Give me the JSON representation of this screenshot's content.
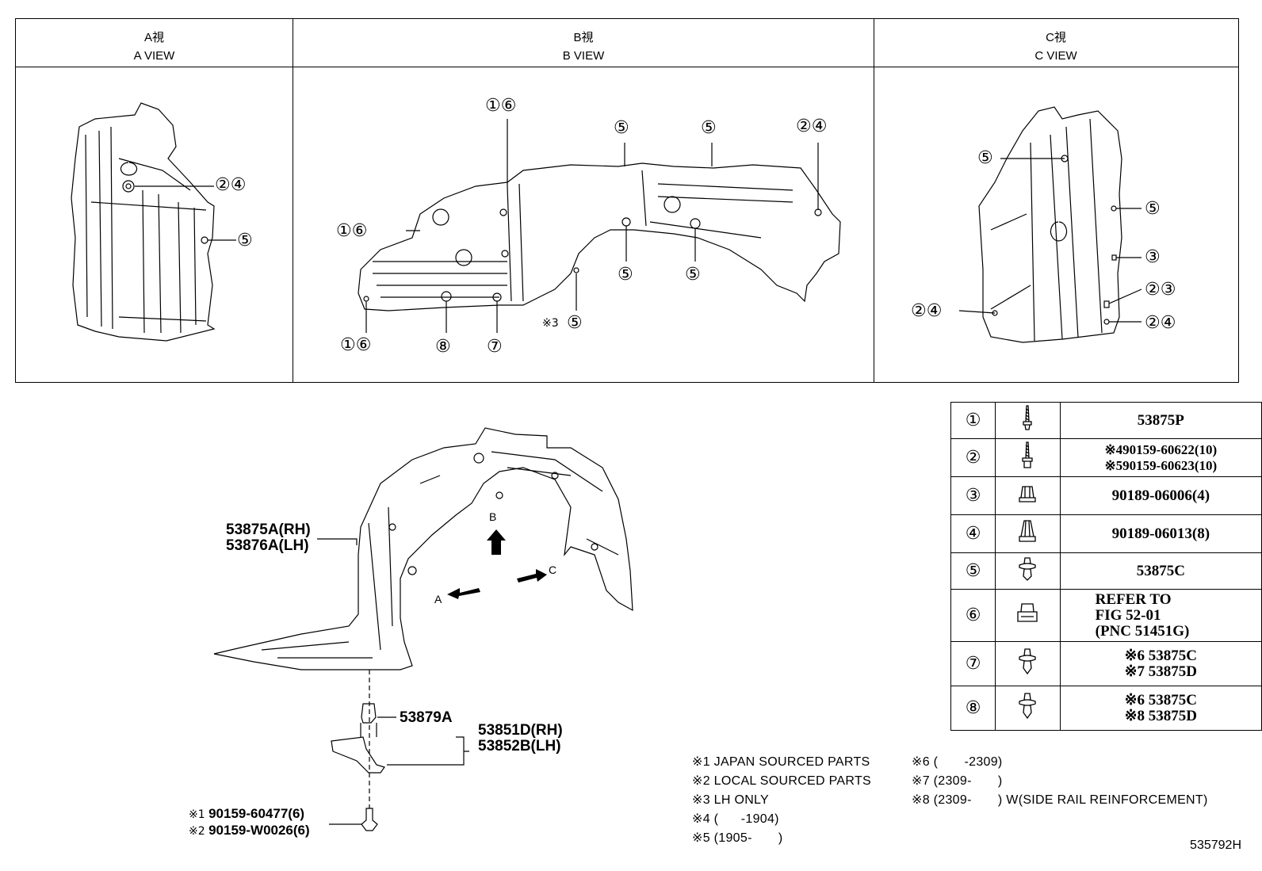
{
  "views": [
    {
      "jp": "A視",
      "en": "A VIEW"
    },
    {
      "jp": "B視",
      "en": "B VIEW"
    },
    {
      "jp": "C視",
      "en": "C VIEW"
    }
  ],
  "callouts": {
    "a_view": [
      "②④",
      "⑤"
    ],
    "b_view": [
      "①⑥",
      "⑤",
      "⑤",
      "②④",
      "①⑥",
      "⑤",
      "⑤",
      "①⑥",
      "⑧",
      "⑦",
      "⑤"
    ],
    "b_view_mark": "※3",
    "c_view": [
      "⑤",
      "⑤",
      "③",
      "②③",
      "②④",
      "②④"
    ]
  },
  "main": {
    "liner_rh": "53875A(RH)",
    "liner_lh": "53876A(LH)",
    "clip": "53879A",
    "bracket_rh": "53851D(RH)",
    "bracket_lh": "53852B(LH)",
    "bolt1_mark": "※1",
    "bolt1": "90159-60477(6)",
    "bolt2_mark": "※2",
    "bolt2": "90159-W0026(6)",
    "arrow_a": "A",
    "arrow_b": "B",
    "arrow_c": "C"
  },
  "legend": [
    {
      "num": "①",
      "lines": [
        "53875P"
      ]
    },
    {
      "num": "②",
      "lines": [
        "※490159-60622(10)",
        "※590159-60623(10)"
      ]
    },
    {
      "num": "③",
      "lines": [
        "90189-06006(4)"
      ]
    },
    {
      "num": "④",
      "lines": [
        "90189-06013(8)"
      ]
    },
    {
      "num": "⑤",
      "lines": [
        "53875C"
      ]
    },
    {
      "num": "⑥",
      "lines": [
        "REFER TO",
        "FIG 52-01",
        "(PNC 51451G)"
      ]
    },
    {
      "num": "⑦",
      "lines": [
        "※6 53875C",
        "※7 53875D"
      ]
    },
    {
      "num": "⑧",
      "lines": [
        "※6 53875C",
        "※8 53875D"
      ]
    }
  ],
  "notes_left": [
    "※1 JAPAN SOURCED PARTS",
    "※2 LOCAL SOURCED PARTS",
    "※3 LH ONLY",
    "※4 (      -1904)",
    "※5 (1905-       )"
  ],
  "notes_right": [
    "※6 (       -2309)",
    "※7 (2309-       )",
    "※8 (2309-       ) W(SIDE RAIL REINFORCEMENT)"
  ],
  "figure_code": "535792H"
}
